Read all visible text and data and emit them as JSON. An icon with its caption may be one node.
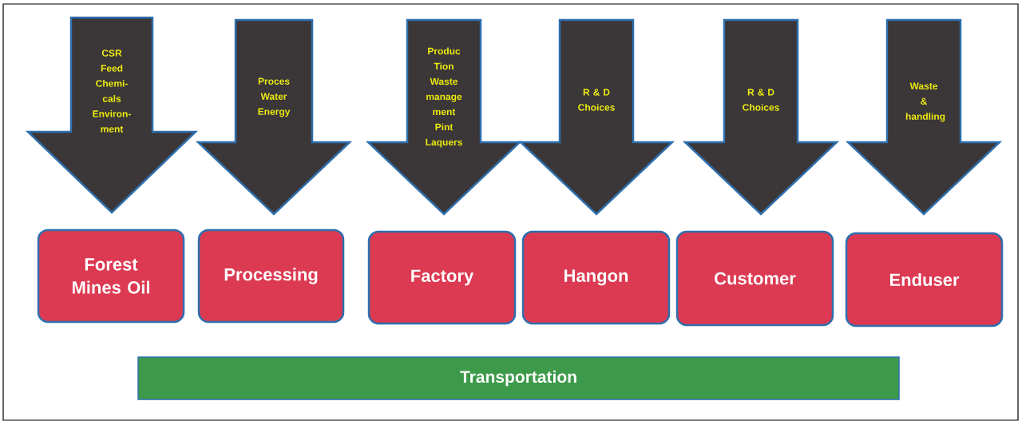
{
  "diagram": {
    "nodes": [
      {
        "text": [
          "CSR Feed Chemi- cals Environ- ment"
        ]
      },
      {
        "text": [
          "Proces Water Energy"
        ]
      },
      {
        "text": [
          "Produc Tion Waste manage ment Pint Laquers"
        ]
      },
      {
        "text": [
          "R & D Choices"
        ]
      },
      {
        "text": [
          "R & D Choices"
        ]
      },
      {
        "text": [
          "Waste & handling"
        ]
      },
      {
        "text": [
          "Forest Mines Oil"
        ]
      },
      {
        "text": [
          "Processing"
        ]
      },
      {
        "text": [
          "Factory"
        ]
      },
      {
        "text": [
          "Hangon"
        ]
      },
      {
        "text": [
          "Customer"
        ]
      },
      {
        "text": [
          "Enduser"
        ]
      },
      {
        "text": [
          "Transportation"
        ]
      }
    ]
  }
}
